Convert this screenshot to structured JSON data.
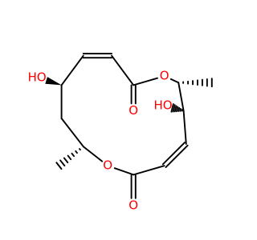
{
  "molecule": {
    "atoms": [
      {
        "id": "a1",
        "element": "C",
        "x": 3.35,
        "y": 1.7
      },
      {
        "id": "a2",
        "element": "C",
        "x": 2.5,
        "y": 0.55
      },
      {
        "id": "a3",
        "element": "C",
        "x": 1.4,
        "y": 0.55
      },
      {
        "id": "a4",
        "element": "C",
        "x": 0.55,
        "y": 1.7
      },
      {
        "id": "a5",
        "element": "C",
        "x": 0.55,
        "y": 3.0
      },
      {
        "id": "a6",
        "element": "C",
        "x": 1.4,
        "y": 4.1
      },
      {
        "id": "a7",
        "element": "O",
        "x": 2.35,
        "y": 4.85,
        "label": "O"
      },
      {
        "id": "a8",
        "element": "C",
        "x": 3.35,
        "y": 5.2
      },
      {
        "id": "a9",
        "element": "C",
        "x": 4.55,
        "y": 4.85
      },
      {
        "id": "a10",
        "element": "C",
        "x": 5.4,
        "y": 4.0
      },
      {
        "id": "a11",
        "element": "C",
        "x": 5.3,
        "y": 2.7
      },
      {
        "id": "a12",
        "element": "C",
        "x": 5.1,
        "y": 1.6
      },
      {
        "id": "a13",
        "element": "O",
        "x": 4.55,
        "y": 1.35,
        "label": "O"
      },
      {
        "id": "a14",
        "element": "O",
        "x": 3.35,
        "y": 6.4,
        "label": "O"
      },
      {
        "id": "a15",
        "element": "O",
        "x": 3.35,
        "y": 2.7,
        "label": "O"
      },
      {
        "id": "a16",
        "element": "O",
        "x": -0.4,
        "y": 1.4,
        "label": "HO"
      },
      {
        "id": "a17",
        "element": "O",
        "x": 4.5,
        "y": 2.5,
        "label": "HO"
      },
      {
        "id": "a18",
        "element": "C",
        "x": 0.45,
        "y": 4.85
      },
      {
        "id": "a19",
        "element": "C",
        "x": 6.4,
        "y": 1.6
      }
    ],
    "bonds": [
      {
        "from": "a1",
        "to": "a2",
        "order": 1
      },
      {
        "from": "a2",
        "to": "a3",
        "order": 2
      },
      {
        "from": "a3",
        "to": "a4",
        "order": 1
      },
      {
        "from": "a4",
        "to": "a5",
        "order": 1
      },
      {
        "from": "a5",
        "to": "a6",
        "order": 1
      },
      {
        "from": "a6",
        "to": "a7",
        "order": 1
      },
      {
        "from": "a7",
        "to": "a8",
        "order": 1
      },
      {
        "from": "a8",
        "to": "a9",
        "order": 1
      },
      {
        "from": "a9",
        "to": "a10",
        "order": 2
      },
      {
        "from": "a10",
        "to": "a11",
        "order": 1
      },
      {
        "from": "a11",
        "to": "a12",
        "order": 1
      },
      {
        "from": "a12",
        "to": "a13",
        "order": 1
      },
      {
        "from": "a13",
        "to": "a1",
        "order": 1
      },
      {
        "from": "a8",
        "to": "a14",
        "order": 2
      },
      {
        "from": "a1",
        "to": "a15",
        "order": 2
      },
      {
        "from": "a4",
        "to": "a16",
        "order": 1,
        "stereo": "wedge"
      },
      {
        "from": "a11",
        "to": "a17",
        "order": 1,
        "stereo": "hash"
      },
      {
        "from": "a6",
        "to": "a18",
        "order": 1,
        "stereo": "hash"
      },
      {
        "from": "a12",
        "to": "a19",
        "order": 1,
        "stereo": "hash"
      }
    ]
  }
}
